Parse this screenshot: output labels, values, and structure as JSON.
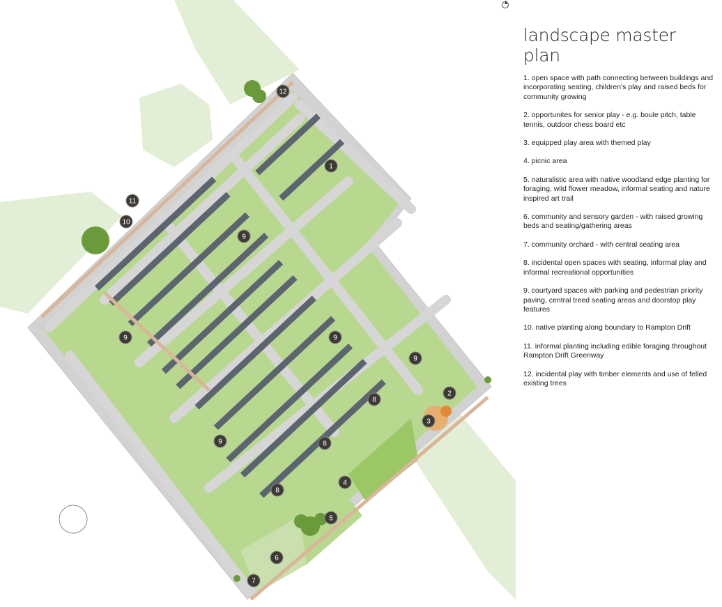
{
  "title": "landscape master plan",
  "legend": [
    {
      "number": "1",
      "text": "1. open space with path connecting between buildings and incorporating seating, children's play and raised beds for community growing"
    },
    {
      "number": "2",
      "text": "2. opportunites for senior play - e.g. boule pitch, table tennis, outdoor chess board etc"
    },
    {
      "number": "3",
      "text": "3. equipped play area with themed play"
    },
    {
      "number": "4",
      "text": "4. picnic area"
    },
    {
      "number": "5",
      "text": "5. naturalistic area with native woodland edge planting for foraging, wild flower meadow, informal seating and nature inspired art trail"
    },
    {
      "number": "6",
      "text": "6. community and sensory garden - with raised growing beds and seating/gathering areas"
    },
    {
      "number": "7",
      "text": "7. community orchard - with central seating area"
    },
    {
      "number": "8",
      "text": "8. incidental open spaces with seating, informal play and informal recreational opportunities"
    },
    {
      "number": "9",
      "text": "9. courtyard spaces with parking and pedestrian priority paving, central treed seating areas and doorstop play features"
    },
    {
      "number": "10",
      "text": "10. native planting along boundary to Rampton Drift"
    },
    {
      "number": "11",
      "text": "11. informal planting including edible foraging throughout Rampton Drift Greenway"
    },
    {
      "number": "12",
      "text": "12. incidental play with timber elements and use of felled existing trees"
    }
  ],
  "map_markers": [
    "12",
    "1",
    "11",
    "10",
    "9",
    "9",
    "9",
    "9",
    "9",
    "2",
    "3",
    "8",
    "8",
    "8",
    "4",
    "5",
    "6",
    "7"
  ],
  "colors": {
    "background_green": "#e2eed5",
    "lawn": "#b7d88e",
    "road": "#d2d2d2",
    "roof": "#5c6470",
    "tree": "#6a9a3a",
    "paving": "#d9b59a",
    "marker": "#3d3a36"
  }
}
